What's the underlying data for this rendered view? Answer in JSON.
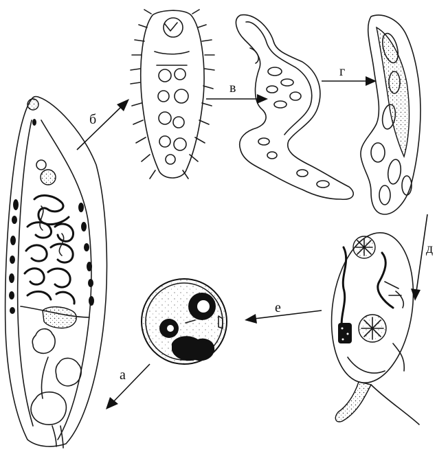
{
  "labels": {
    "a": "а",
    "b": "б",
    "v": "в",
    "g": "г",
    "d": "д",
    "e": "е"
  },
  "colors": {
    "ink": "#111111",
    "background": "#ffffff"
  }
}
